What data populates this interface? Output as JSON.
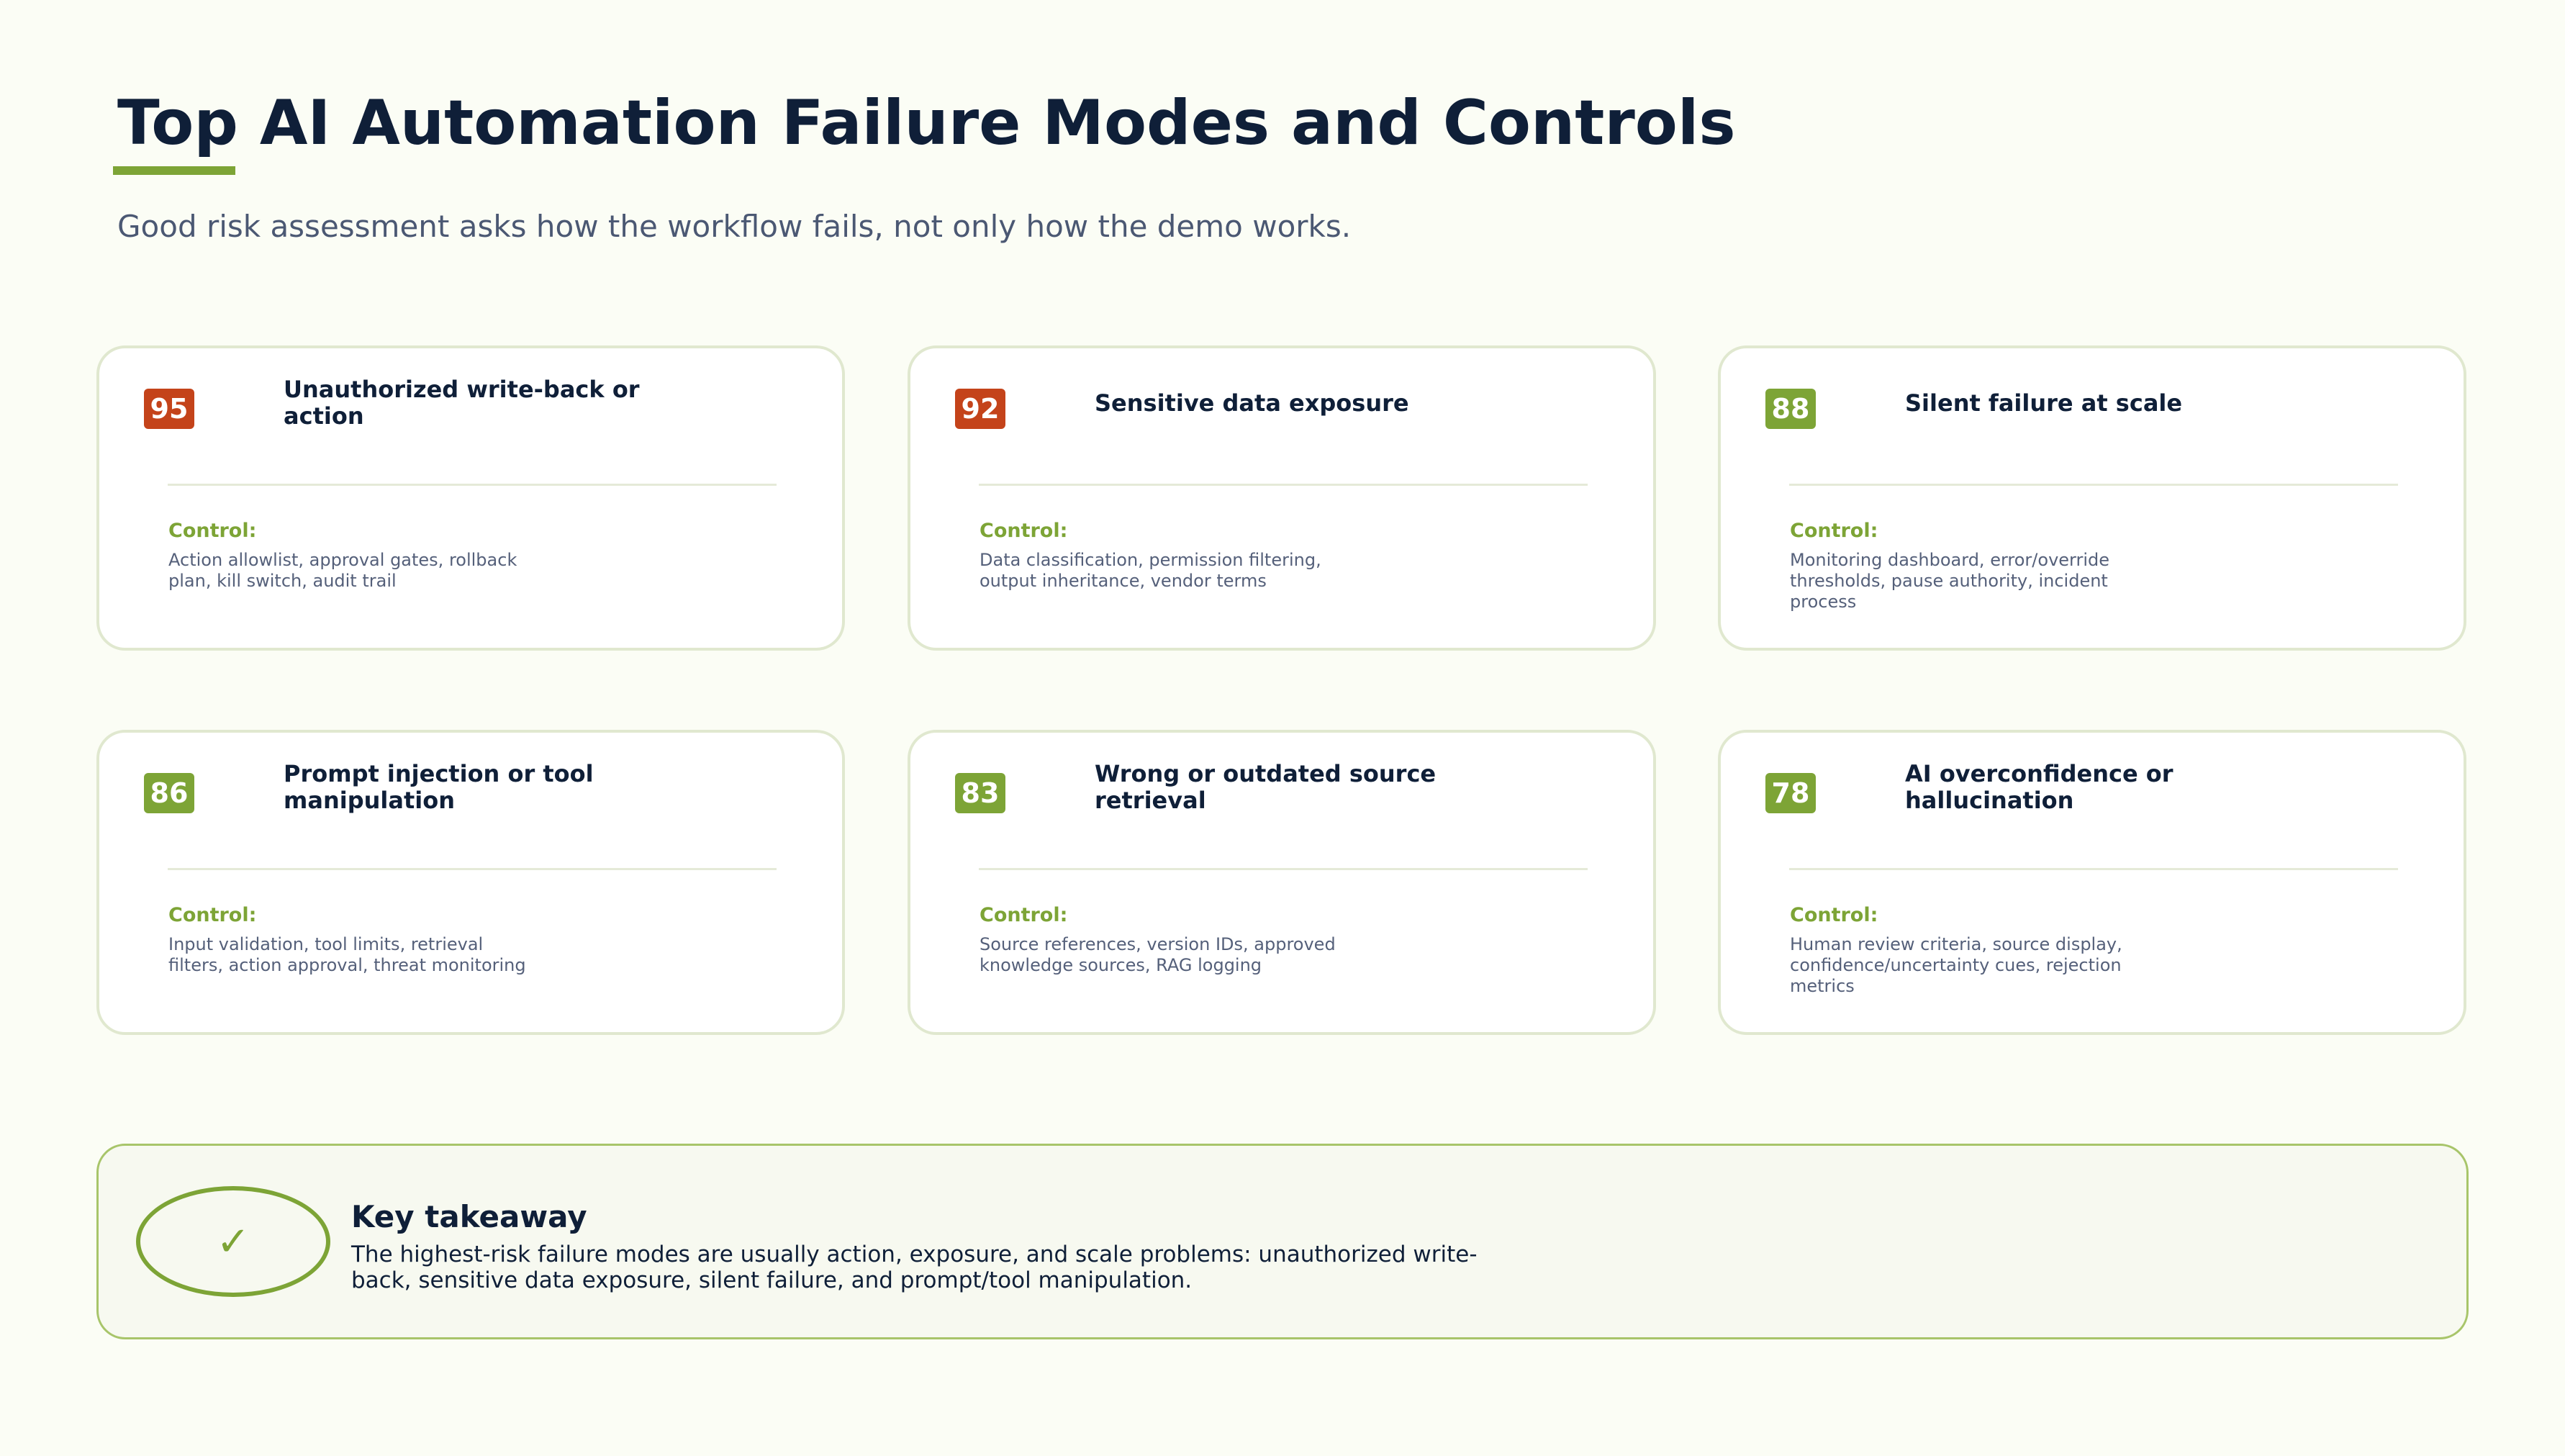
{
  "header": {
    "title": "Top AI Automation Failure Modes and Controls",
    "subtitle": "Good risk assessment asks how the workflow fails, not only how the demo works."
  },
  "colors": {
    "high_risk": "#c4431a",
    "moderate_risk": "#7da436",
    "title": "#0f1f38",
    "accent": "#7da436"
  },
  "cards": [
    {
      "score": "95",
      "risk": "high",
      "title": "Unauthorized write-back or action",
      "control_label": "Control:",
      "control_text": "Action allowlist, approval gates, rollback plan, kill switch, audit trail"
    },
    {
      "score": "92",
      "risk": "high",
      "title": "Sensitive data exposure",
      "control_label": "Control:",
      "control_text": "Data classification, permission filtering, output inheritance, vendor terms"
    },
    {
      "score": "88",
      "risk": "moderate",
      "title": "Silent failure at scale",
      "control_label": "Control:",
      "control_text": "Monitoring dashboard, error/override thresholds, pause authority, incident process"
    },
    {
      "score": "86",
      "risk": "moderate",
      "title": "Prompt injection or tool manipulation",
      "control_label": "Control:",
      "control_text": "Input validation, tool limits, retrieval filters, action approval, threat monitoring"
    },
    {
      "score": "83",
      "risk": "moderate",
      "title": "Wrong or outdated source retrieval",
      "control_label": "Control:",
      "control_text": "Source references, version IDs, approved knowledge sources, RAG logging"
    },
    {
      "score": "78",
      "risk": "moderate",
      "title": "AI overconfidence or hallucination",
      "control_label": "Control:",
      "control_text": "Human review criteria, source display, confidence/uncertainty cues, rejection metrics"
    }
  ],
  "takeaway": {
    "icon": "check-icon",
    "glyph": "✓",
    "title": "Key takeaway",
    "text": "The highest-risk failure modes are usually action, exposure, and scale problems: unauthorized write-back, sensitive data exposure, silent failure, and prompt/tool manipulation."
  }
}
